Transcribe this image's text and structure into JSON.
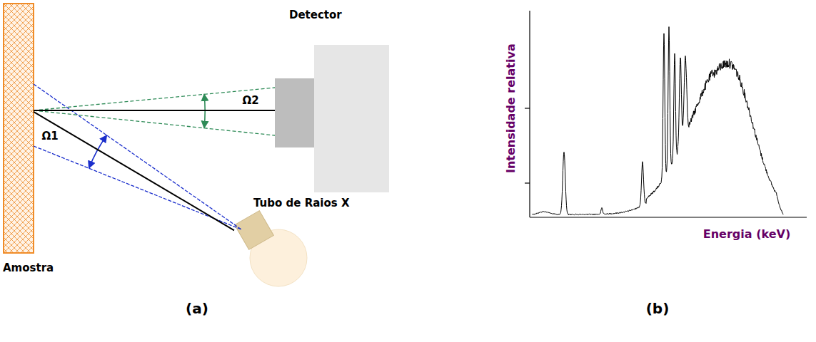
{
  "diagram": {
    "nodes": [
      {
        "text": [
          "Amostra"
        ]
      },
      {
        "text": [
          "Detector"
        ]
      },
      {
        "text": [
          "Tubo de Raios X"
        ]
      }
    ],
    "edges": [
      {
        "from": 0,
        "to": 1,
        "arrow": "none"
      },
      {
        "from": 0,
        "to": 2,
        "arrow": "none"
      }
    ],
    "labels": [
      "Ω2",
      "Ω1",
      "Intensidade relativa",
      "Energia (keV)",
      "(a)",
      "(b)"
    ]
  }
}
